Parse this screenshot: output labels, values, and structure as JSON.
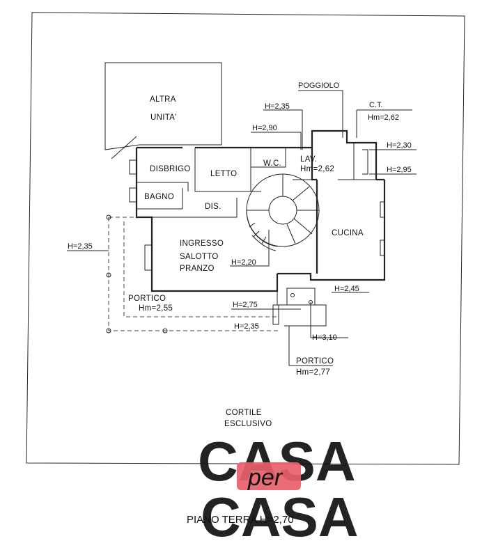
{
  "rooms": {
    "altra_unita_1": "ALTRA",
    "altra_unita_2": "UNITA'",
    "disbrigo": "DISBRIGO",
    "letto": "LETTO",
    "wc": "W.C.",
    "bagno": "BAGNO",
    "dis": "DIS.",
    "lav": "LAV.",
    "lav_height": "Hm=2,62",
    "cucina": "CUCINA",
    "ingresso_1": "INGRESSO",
    "ingresso_2": "SALOTTO",
    "ingresso_3": "PRANZO",
    "portico_left": "PORTICO",
    "portico_left_height": "Hm=2,55",
    "portico_right": "PORTICO",
    "portico_right_height": "Hm=2,77",
    "cortile_1": "CORTILE",
    "cortile_2": "ESCLUSIVO"
  },
  "annotations": {
    "poggiolo": "POGGIOLO",
    "ct": "C.T.",
    "ct_height": "Hm=2,62",
    "h_235_top": "H=2,35",
    "h_290": "H=2,90",
    "h_230": "H=2,30",
    "h_295": "H=2,95",
    "h_235_left": "H=2,35",
    "h_220": "H=2,20",
    "h_245": "H=2,45",
    "h_275": "H=2,75",
    "h_235_bottom": "H=2,35",
    "h_310": "H=3,10"
  },
  "logo": {
    "line1": "CASA",
    "line2": "per",
    "line3": "CASA",
    "color": "#e8606b"
  },
  "title": "PIANO TERRA H=2,70"
}
